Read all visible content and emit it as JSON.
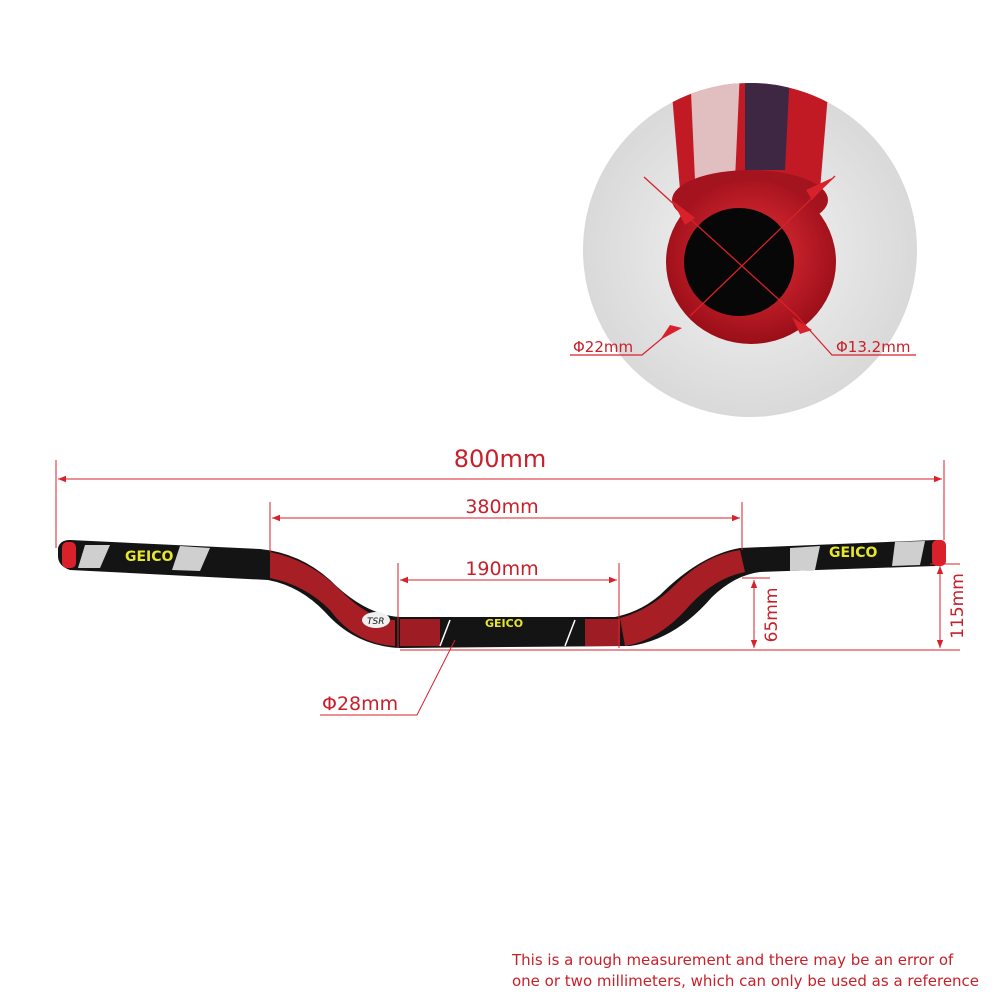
{
  "diagram": {
    "subject": "Motorcycle handlebar with dimensions",
    "dimensions": {
      "total_width": "800mm",
      "rise_width": "380mm",
      "center_width": "190mm",
      "rise_height_inner": "65mm",
      "rise_height_total": "115mm",
      "center_diameter": "Φ28mm",
      "end_outer_diameter": "Φ22mm",
      "end_inner_diameter": "Φ13.2mm"
    },
    "branding": {
      "left_logo": "GEICO",
      "center_logo": "GEICO",
      "right_logo": "GEICO",
      "badge": "TSR"
    },
    "note_line1": "This is a rough measurement and there may be an error of",
    "note_line2": "one or two millimeters, which can only be used as a reference",
    "colors": {
      "dimension_red": "#c8202a",
      "bar_black": "#141414",
      "bar_red": "#d8212b",
      "logo_yellow": "#e6e62a"
    }
  }
}
